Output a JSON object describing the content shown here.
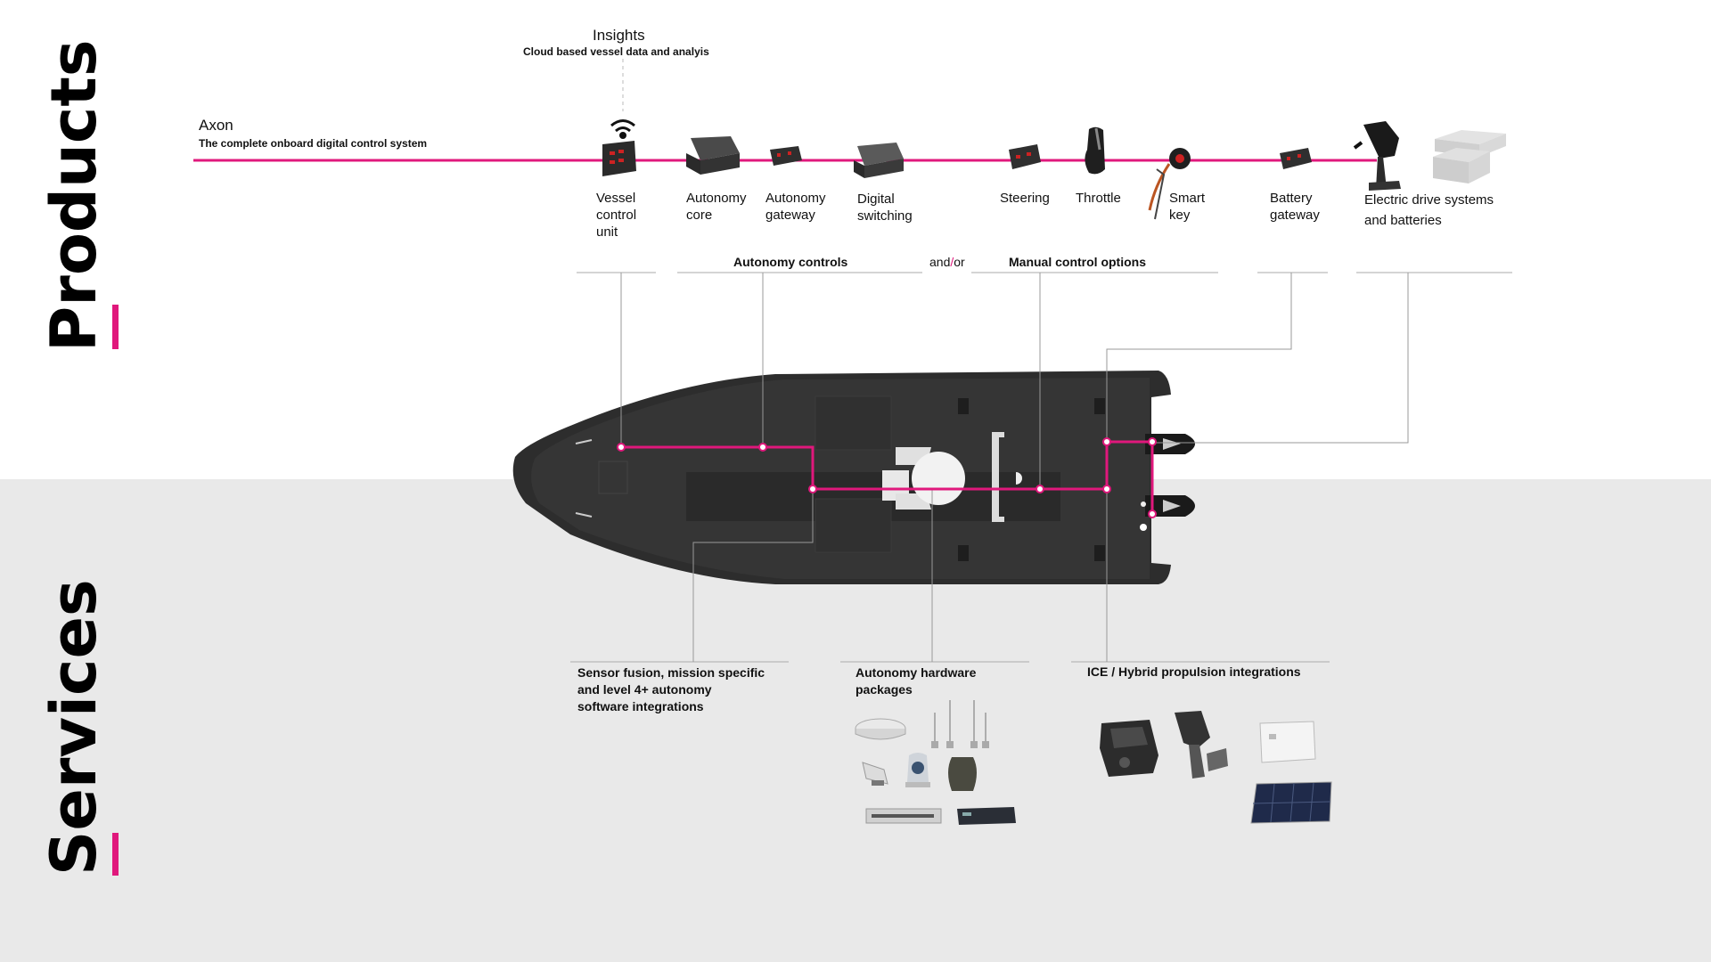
{
  "sections": {
    "products": "Products",
    "services": "Services"
  },
  "insights": {
    "title": "Insights",
    "subtitle": "Cloud based vessel data and analyis"
  },
  "axon": {
    "title": "Axon",
    "subtitle": "The complete onboard digital control system"
  },
  "products": {
    "vessel_control_unit": [
      "Vessel",
      "control",
      "unit"
    ],
    "autonomy_core": [
      "Autonomy",
      "core"
    ],
    "autonomy_gateway": [
      "Autonomy",
      "gateway"
    ],
    "digital_switching": [
      "Digital",
      "switching"
    ],
    "steering": "Steering",
    "throttle": "Throttle",
    "smart_key": [
      "Smart",
      "key"
    ],
    "battery_gateway": [
      "Battery",
      "gateway"
    ],
    "electric_drive": [
      "Electric drive systems",
      "and batteries"
    ]
  },
  "groups": {
    "autonomy_controls": "Autonomy controls",
    "and": "and",
    "slash": "/",
    "or": "or",
    "manual_control_options": "Manual control options"
  },
  "services": {
    "sensor_fusion": [
      "Sensor fusion, mission specific",
      "and level 4+ autonomy",
      "software integrations"
    ],
    "autonomy_hardware": [
      "Autonomy hardware",
      "packages"
    ],
    "propulsion": "ICE / Hybrid propulsion integrations"
  },
  "colors": {
    "accent": "#e0187c",
    "hull": "#2d2d2d",
    "services_bg": "#e9e9e9"
  }
}
